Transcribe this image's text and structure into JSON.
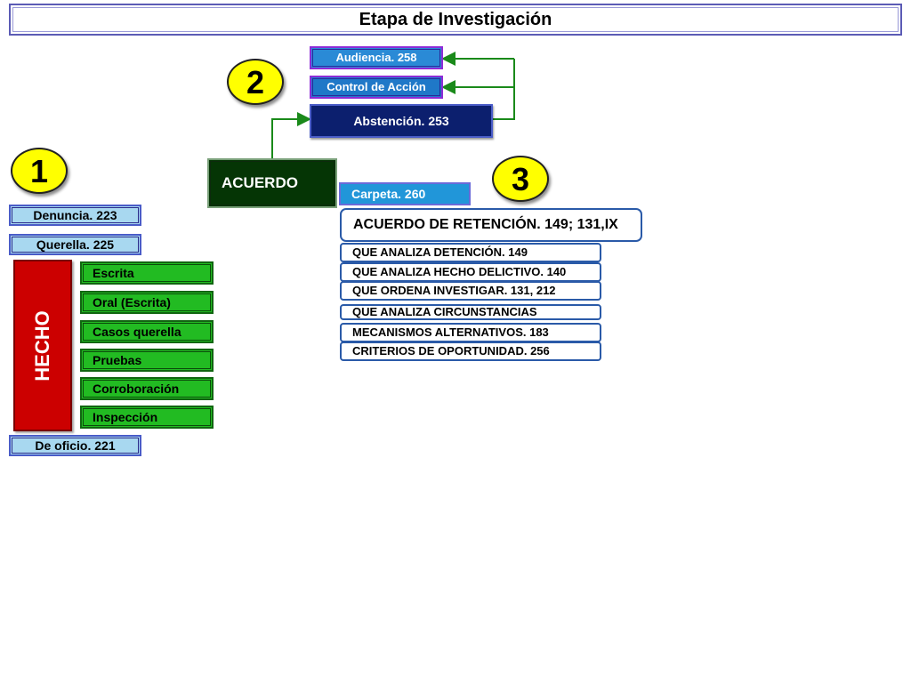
{
  "title": "Etapa de Investigación",
  "circles": {
    "one": "1",
    "two": "2",
    "three": "3"
  },
  "left": {
    "denuncia": "Denuncia. 223",
    "querella": "Querella. 225",
    "hecho": "HECHO",
    "hecho_items": [
      "Escrita",
      "Oral (Escrita)",
      "Casos querella",
      "Pruebas",
      "Corroboración",
      "Inspección"
    ],
    "de_oficio": "De oficio. 221"
  },
  "center": {
    "audiencia": "Audiencia. 258",
    "control": "Control de Acción",
    "abstencion": "Abstención. 253",
    "acuerdo": "ACUERDO",
    "carpeta": "Carpeta. 260"
  },
  "right": {
    "retencion": "ACUERDO DE RETENCIÓN. 149; 131,IX",
    "items": [
      "QUE ANALIZA DETENCIÓN. 149",
      "QUE ANALIZA HECHO DELICTIVO. 140",
      "QUE ORDENA INVESTIGAR. 131, 212",
      "QUE ANALIZA CIRCUNSTANCIAS",
      "MECANISMOS ALTERNATIVOS. 183",
      "CRITERIOS DE OPORTUNIDAD. 256"
    ]
  },
  "colors": {
    "hecho": "#cc0000",
    "green_box": "#22bb22",
    "circle": "#ffff00",
    "connector": "#1a8a1a",
    "purple_border": "#8e2bd6"
  }
}
